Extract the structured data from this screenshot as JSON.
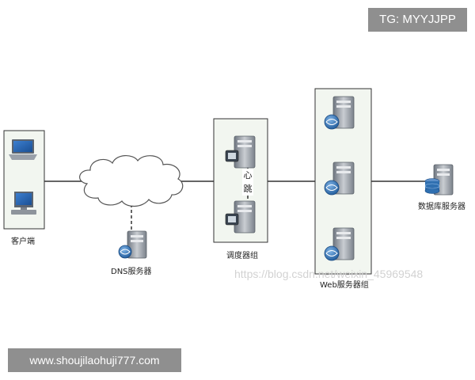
{
  "labels": {
    "client": "客户端",
    "dns": "DNS服务器",
    "scheduler": "调度器组",
    "web": "Web服务器组",
    "database": "数据库服务器"
  },
  "heartbeat": {
    "line1": "心",
    "line2": "跳"
  },
  "badges": {
    "tg": "TG: MYYJJPP",
    "website": "www.shoujilaohuji777.com"
  },
  "watermark": "https://blog.csdn.net/weixin_45969548",
  "icons": {
    "laptop": "laptop-icon",
    "desktop": "desktop-pc-icon",
    "cloud": "internet-cloud-icon",
    "dns_server": "dns-server-icon",
    "scheduler_server": "scheduler-server-icon",
    "web_server": "web-server-icon",
    "database_server": "database-server-icon"
  },
  "colors": {
    "group_box_fill": "#f2f6f0",
    "group_box_border": "#333333",
    "server_body": "#8e949c",
    "globe_blue": "#2f6fb0",
    "badge_gray": "#8f8f8f"
  }
}
